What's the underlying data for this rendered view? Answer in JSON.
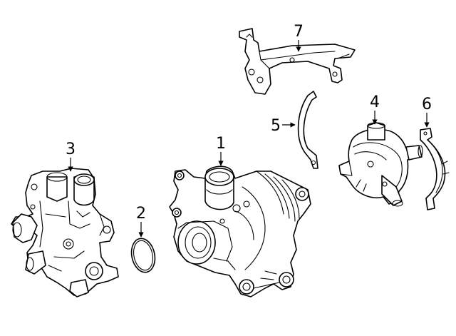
{
  "callouts": [
    {
      "id": "water-pump",
      "label": "1"
    },
    {
      "id": "o-ring",
      "label": "2"
    },
    {
      "id": "thermostat-housing",
      "label": "3"
    },
    {
      "id": "aux-pump",
      "label": "4"
    },
    {
      "id": "strap",
      "label": "5"
    },
    {
      "id": "clamp",
      "label": "6"
    },
    {
      "id": "bracket",
      "label": "7"
    }
  ],
  "colors": {
    "line": "#000000",
    "background": "#ffffff"
  }
}
